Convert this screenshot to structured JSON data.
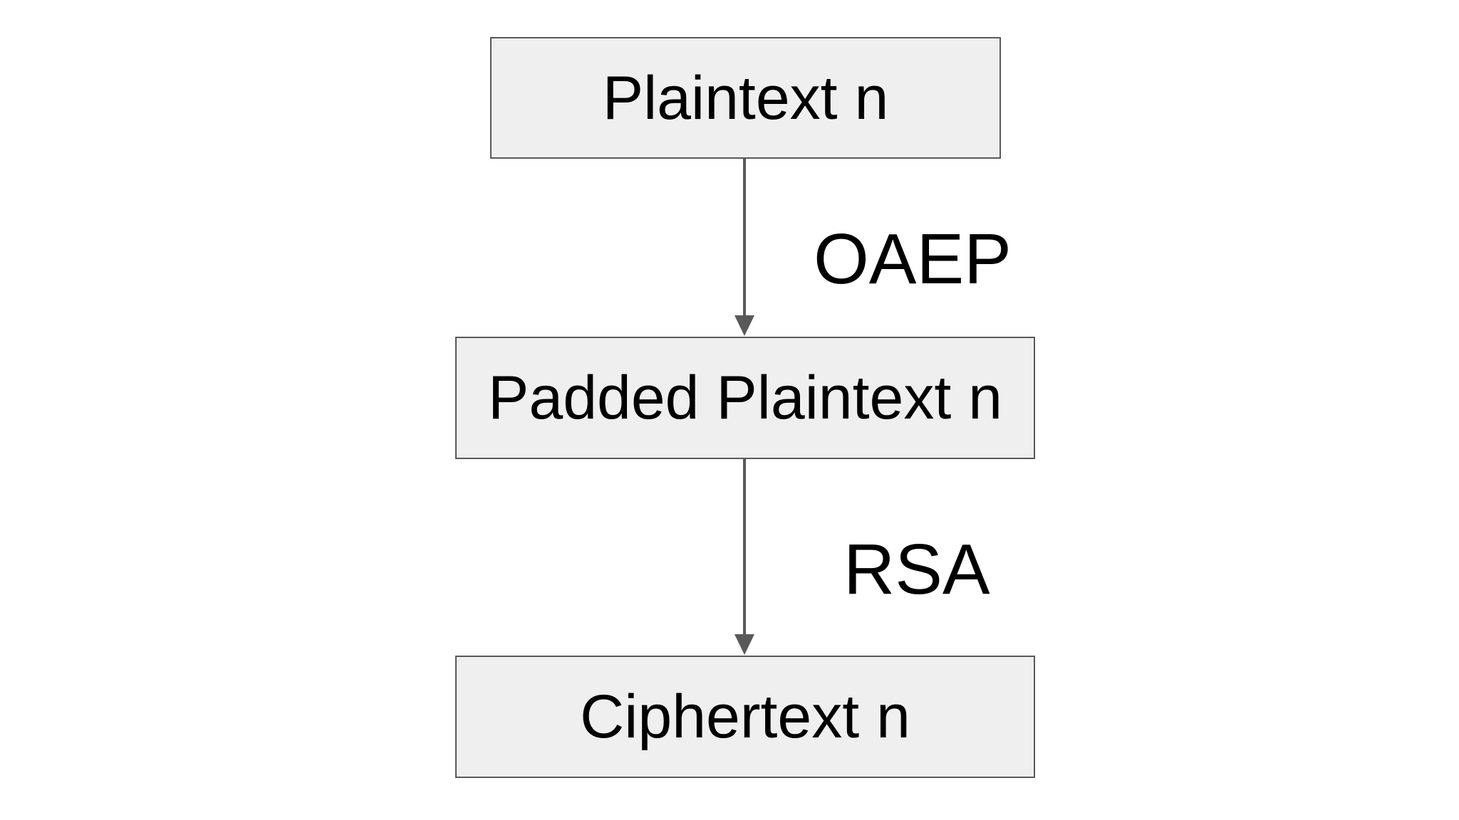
{
  "nodes": {
    "plaintext": "Plaintext n",
    "padded": "Padded Plaintext n",
    "ciphertext": "Ciphertext n"
  },
  "edges": {
    "first": "OAEP",
    "second": "RSA"
  },
  "colors": {
    "box_fill": "#efefef",
    "box_border": "#595959",
    "arrow": "#595959",
    "text": "#000000",
    "background": "#ffffff"
  }
}
